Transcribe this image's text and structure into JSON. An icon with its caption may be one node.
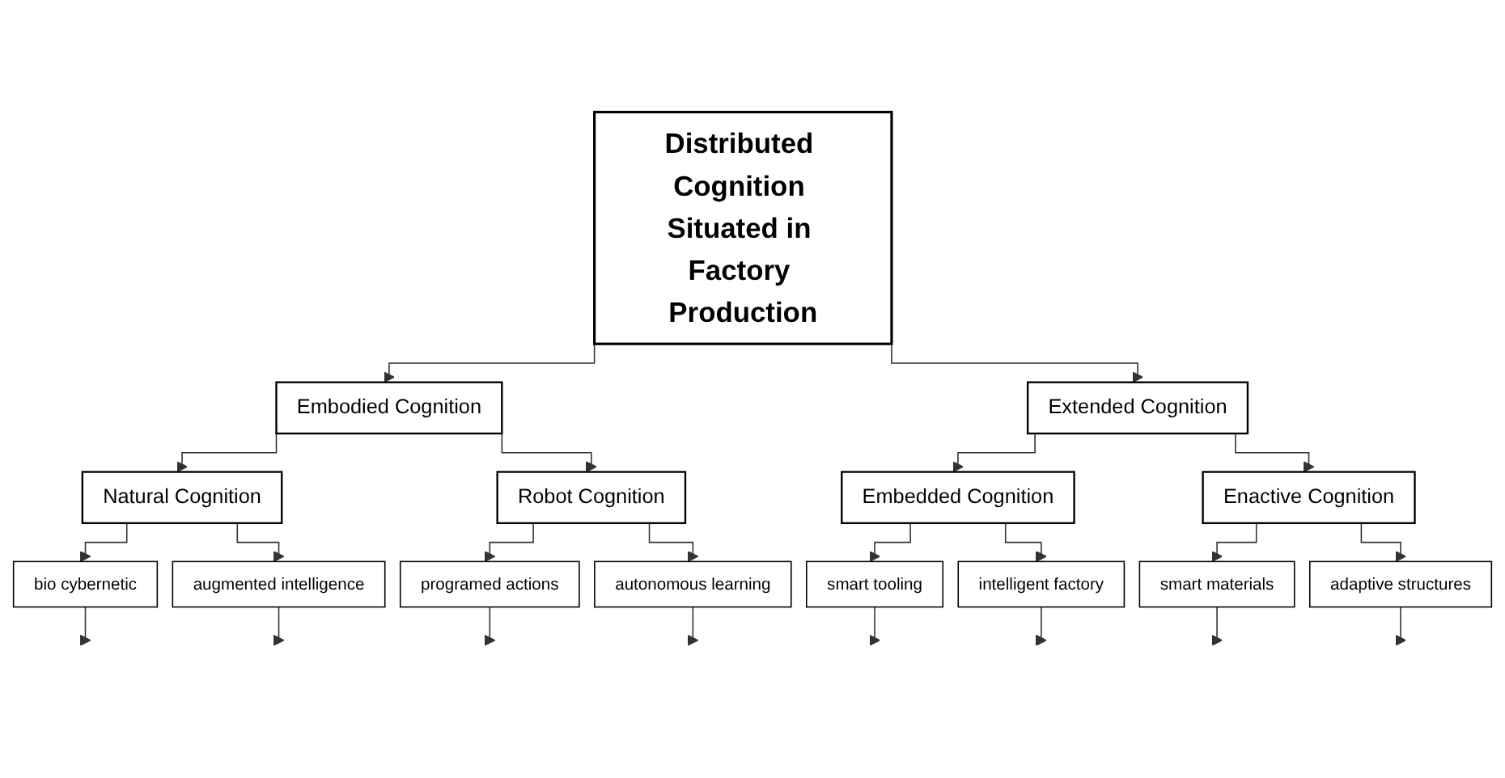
{
  "diagram": {
    "nodes": [
      {
        "text": [
          "Distributed Cognition Situated in Factory Production"
        ]
      },
      {
        "text": [
          "Embodied Cognition"
        ]
      },
      {
        "text": [
          "Extended Cognition"
        ]
      },
      {
        "text": [
          "Natural Cognition"
        ]
      },
      {
        "text": [
          "Robot Cognition"
        ]
      },
      {
        "text": [
          "Embedded Cognition"
        ]
      },
      {
        "text": [
          "Enactive Cognition"
        ]
      },
      {
        "text": [
          "bio cybernetic"
        ]
      },
      {
        "text": [
          "augmented intelligence"
        ]
      },
      {
        "text": [
          "programed actions"
        ]
      },
      {
        "text": [
          "autonomous learning"
        ]
      },
      {
        "text": [
          "smart tooling"
        ]
      },
      {
        "text": [
          "intelligent factory"
        ]
      },
      {
        "text": [
          "smart materials"
        ]
      },
      {
        "text": [
          "adaptive structures"
        ]
      }
    ],
    "edges": [
      {
        "from": 0,
        "to": 1,
        "arrow": "to"
      },
      {
        "from": 0,
        "to": 2,
        "arrow": "to"
      },
      {
        "from": 1,
        "to": 3,
        "arrow": "to"
      },
      {
        "from": 1,
        "to": 4,
        "arrow": "to"
      },
      {
        "from": 2,
        "to": 5,
        "arrow": "to"
      },
      {
        "from": 2,
        "to": 6,
        "arrow": "to"
      },
      {
        "from": 3,
        "to": 7,
        "arrow": "to"
      },
      {
        "from": 3,
        "to": 8,
        "arrow": "to"
      },
      {
        "from": 4,
        "to": 9,
        "arrow": "to"
      },
      {
        "from": 4,
        "to": 10,
        "arrow": "to"
      },
      {
        "from": 5,
        "to": 11,
        "arrow": "to"
      },
      {
        "from": 5,
        "to": 12,
        "arrow": "to"
      },
      {
        "from": 6,
        "to": 13,
        "arrow": "to"
      },
      {
        "from": 6,
        "to": 14,
        "arrow": "to"
      },
      {
        "from": 7,
        "to": null,
        "arrow": "to"
      },
      {
        "from": 8,
        "to": null,
        "arrow": "to"
      },
      {
        "from": 9,
        "to": null,
        "arrow": "to"
      },
      {
        "from": 10,
        "to": null,
        "arrow": "to"
      },
      {
        "from": 11,
        "to": null,
        "arrow": "to"
      },
      {
        "from": 12,
        "to": null,
        "arrow": "to"
      },
      {
        "from": 13,
        "to": null,
        "arrow": "to"
      },
      {
        "from": 14,
        "to": null,
        "arrow": "to"
      }
    ]
  }
}
